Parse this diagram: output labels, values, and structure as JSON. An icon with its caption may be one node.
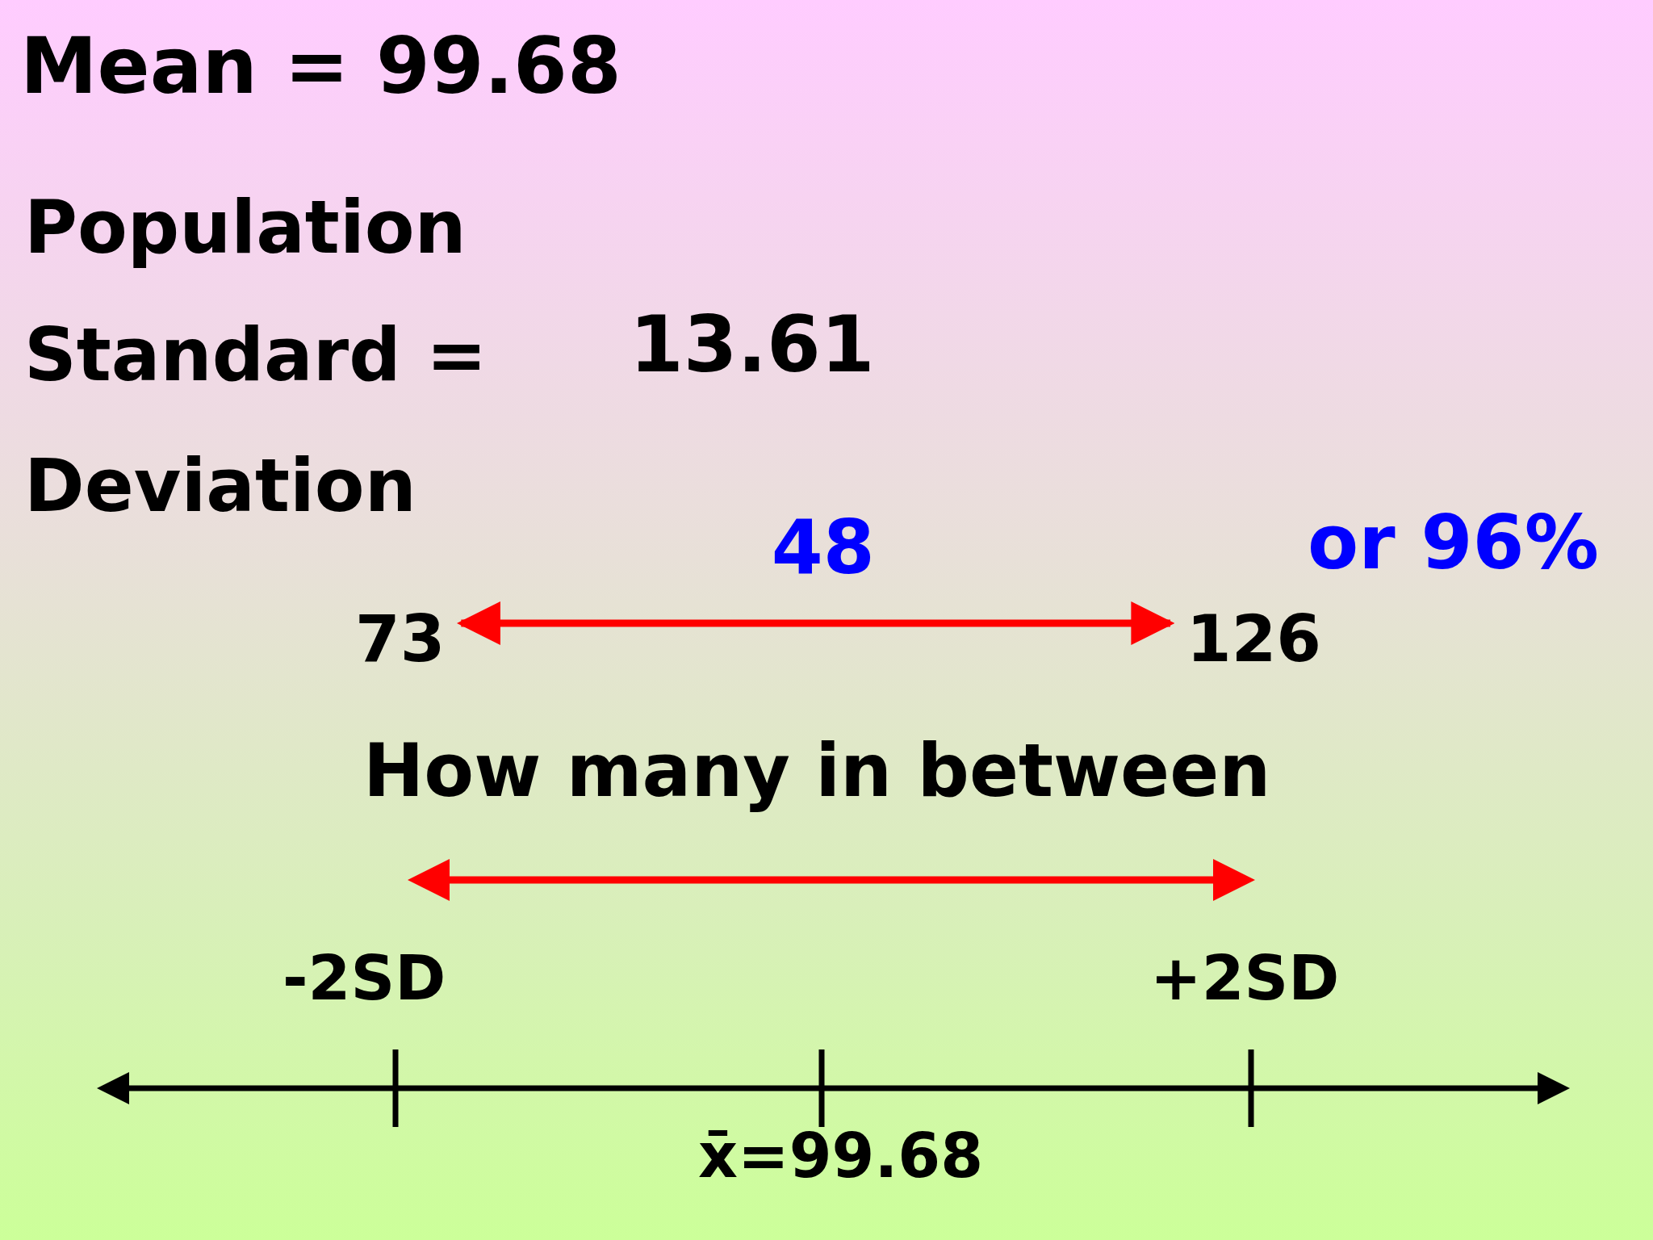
{
  "diagram": {
    "nodes": [
      {
        "text": [
          "73"
        ]
      },
      {
        "text": [
          "126"
        ]
      }
    ],
    "edges": [
      {
        "from": 0,
        "to": 1,
        "arrow": "both",
        "label": "48",
        "color": "#ff0000"
      }
    ],
    "labels": [
      "Mean = 99.68",
      "Population",
      "Standard =",
      "13.61",
      "Deviation",
      "or 96%",
      "How many in between",
      "-2SD",
      "+2SD",
      "x̄=99.68"
    ]
  }
}
